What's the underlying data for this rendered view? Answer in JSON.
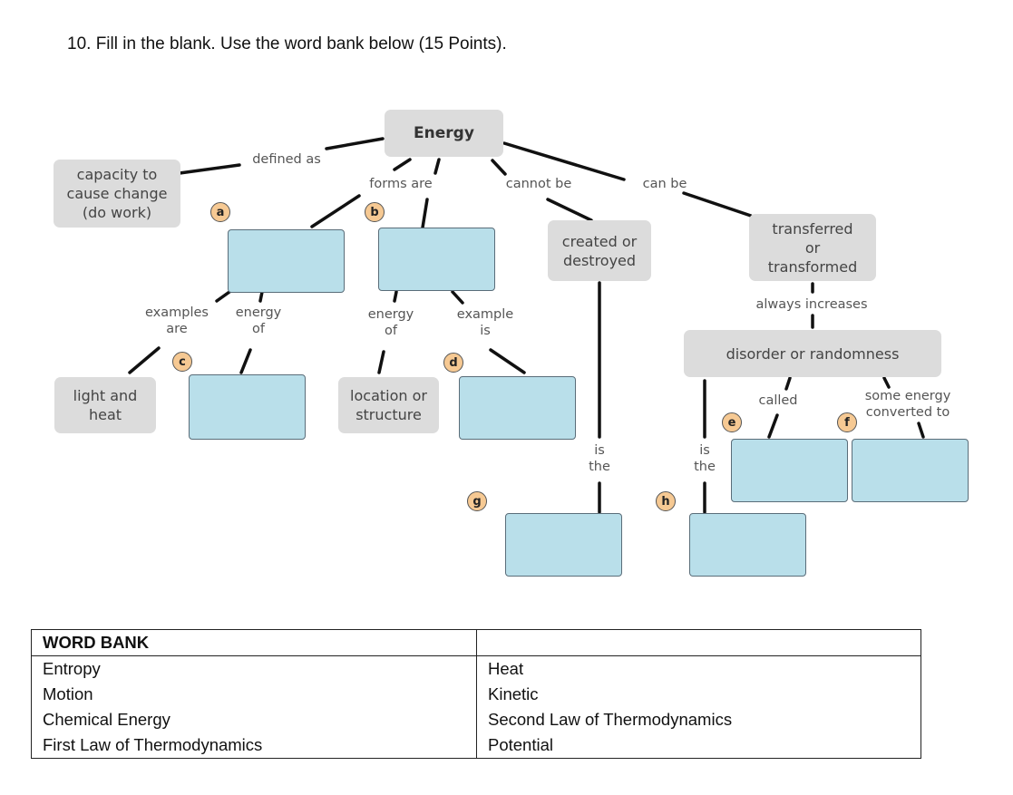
{
  "question": "10. Fill in the blank. Use the word bank below (15 Points).",
  "nodes": {
    "energy": "Energy",
    "capacity": "capacity to\ncause change\n(do work)",
    "created": "created or\ndestroyed",
    "transferred": "transferred\nor\ntransformed",
    "disorder": "disorder or randomness",
    "light": "light and\nheat",
    "location": "location or\nstructure"
  },
  "links": {
    "defined_as": "defined as",
    "forms_are": "forms are",
    "cannot_be": "cannot be",
    "can_be": "can be",
    "always_increases": "always increases",
    "examples_are": "examples\nare",
    "energy_of_1": "energy\nof",
    "energy_of_2": "energy\nof",
    "example_is": "example\nis",
    "is_the_1": "is\nthe",
    "is_the_2": "is\nthe",
    "called": "called",
    "some_energy": "some energy\nconverted to"
  },
  "badges": [
    "a",
    "b",
    "c",
    "d",
    "e",
    "f",
    "g",
    "h"
  ],
  "word_bank": {
    "header": "WORD BANK",
    "left": [
      "Entropy",
      "Motion",
      "Chemical Energy",
      "First Law of Thermodynamics"
    ],
    "right": [
      "Heat",
      "Kinetic",
      "Second Law of Thermodynamics",
      "Potential"
    ]
  }
}
